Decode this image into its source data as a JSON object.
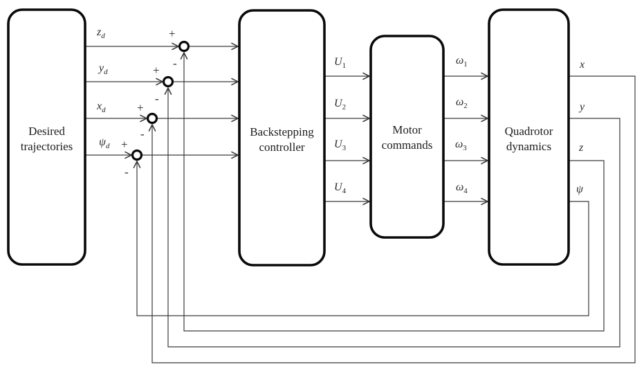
{
  "blocks": {
    "desired_trajectories": {
      "line1": "Desired",
      "line2": "trajectories"
    },
    "backstepping_controller": {
      "line1": "Backstepping",
      "line2": "controller"
    },
    "motor_commands": {
      "line1": "Motor",
      "line2": "commands"
    },
    "quadrotor_dynamics": {
      "line1": "Quadrotor",
      "line2": "dynamics"
    }
  },
  "signals": {
    "zd": {
      "base": "z",
      "sub": "d"
    },
    "yd": {
      "base": "y",
      "sub": "d"
    },
    "xd": {
      "base": "x",
      "sub": "d"
    },
    "psid": {
      "base": "ψ",
      "sub": "d"
    },
    "u1": {
      "base": "U",
      "sub": "1"
    },
    "u2": {
      "base": "U",
      "sub": "2"
    },
    "u3": {
      "base": "U",
      "sub": "3"
    },
    "u4": {
      "base": "U",
      "sub": "4"
    },
    "omega1": {
      "base": "ω",
      "sub": "1"
    },
    "omega2": {
      "base": "ω",
      "sub": "2"
    },
    "omega3": {
      "base": "ω",
      "sub": "3"
    },
    "omega4": {
      "base": "ω",
      "sub": "4"
    },
    "x": {
      "base": "x"
    },
    "y": {
      "base": "y"
    },
    "z": {
      "base": "z"
    },
    "psi": {
      "base": "ψ"
    }
  },
  "signs": {
    "plus": "+",
    "minus": "-"
  },
  "colors": {
    "line": "#3a3a3a",
    "block_border": "#0a0a0a",
    "background": "#ffffff"
  }
}
